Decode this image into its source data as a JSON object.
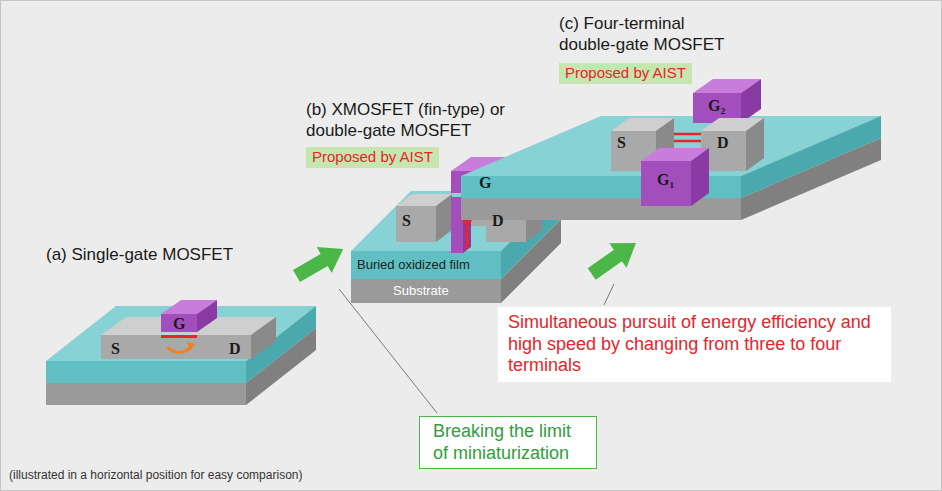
{
  "diagram": {
    "nodes": [
      {
        "text": [
          "Proposed by AIST"
        ]
      },
      {
        "text": [
          "Proposed by AIST"
        ]
      },
      {
        "text": [
          "Simultaneous pursuit of energy efficiency and high speed by changing from three to four terminals"
        ]
      },
      {
        "text": [
          "Breaking the limit of miniaturization"
        ]
      }
    ],
    "labels": [
      "(c) Four-terminal double-gate MOSFET",
      "S",
      "D",
      "G₁",
      "G₂",
      "(b) XMOSFET (fin-type) or double-gate MOSFET",
      "S",
      "G",
      "D",
      "Buried oxidized film",
      "Substrate",
      "(a) Single-gate MOSFET",
      "S",
      "G",
      "D",
      "(illustrated in a horizontal position for easy comparison)"
    ]
  }
}
